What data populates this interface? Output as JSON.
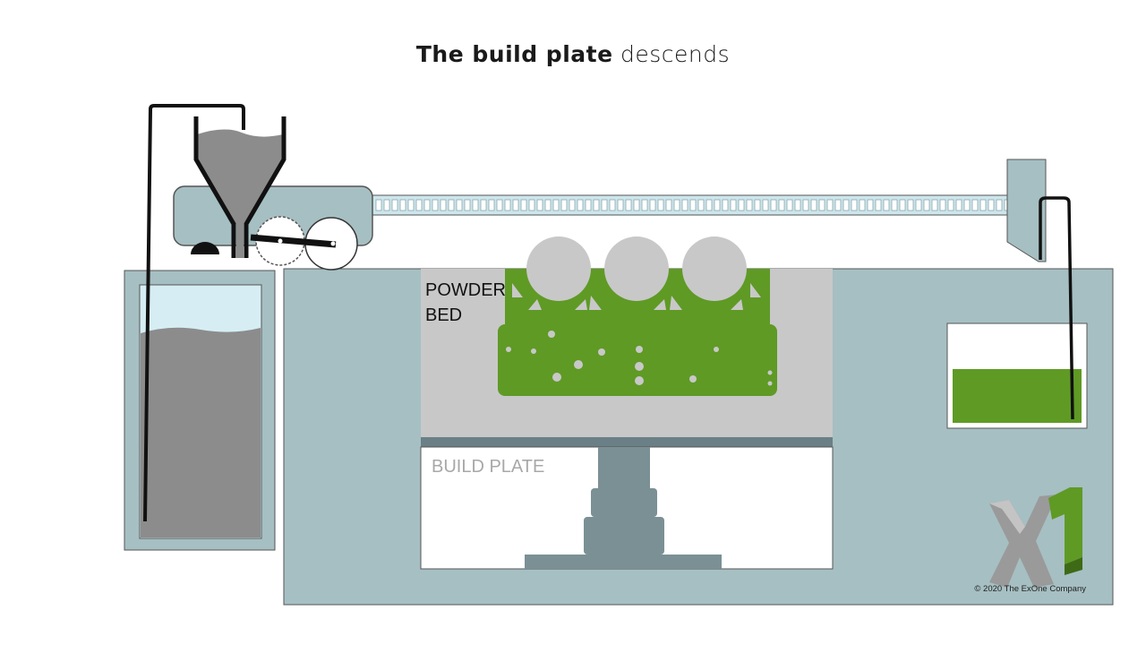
{
  "title": {
    "bold": "The build plate",
    "light": " descends"
  },
  "labels": {
    "powder_bed_line1": "POWDER",
    "powder_bed_line2": "BED",
    "build_plate": "BUILD PLATE"
  },
  "copyright": "© 2020 The ExOne Company",
  "logo": {
    "icon": "exone-logo-icon",
    "colors": {
      "gray": "#9a9a9a",
      "green": "#5f9a25"
    }
  },
  "colors": {
    "machine_body": "#a6bfc2",
    "powder": "#c8c8c8",
    "powder_dark": "#8c8c8c",
    "part_green": "#5f9a25",
    "plate": "#6a8086",
    "piston": "#7b9094",
    "rail": "#cde6ec",
    "water": "#d6eef3"
  }
}
